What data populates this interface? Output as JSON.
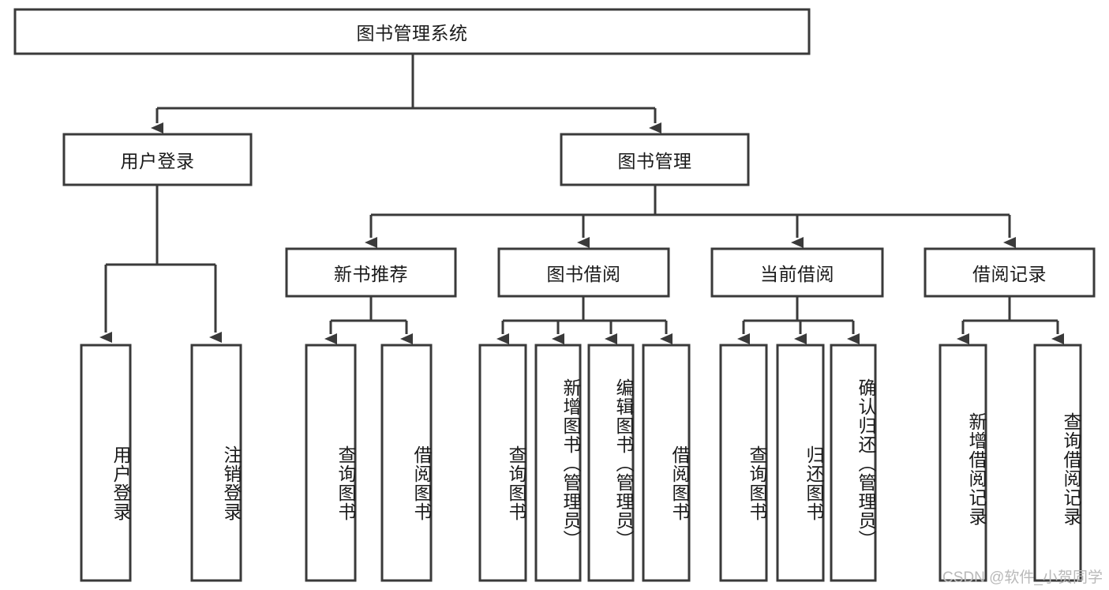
{
  "diagram": {
    "type": "tree-hierarchy",
    "title": "图书管理系统",
    "watermark": "CSDN @软件_小贺同学",
    "colors": {
      "box_stroke": "#3a3a3a",
      "box_fill": "#ffffff",
      "text": "#1a1a1a",
      "background": "#ffffff",
      "watermark": "#b9b9b9"
    },
    "root": {
      "id": "root",
      "label": "图书管理系统"
    },
    "level2": [
      {
        "id": "user-login",
        "label": "用户登录"
      },
      {
        "id": "book-manage",
        "label": "图书管理"
      }
    ],
    "level3": [
      {
        "id": "new-book-recommend",
        "label": "新书推荐",
        "parent": "book-manage"
      },
      {
        "id": "book-borrow",
        "label": "图书借阅",
        "parent": "book-manage"
      },
      {
        "id": "current-borrow",
        "label": "当前借阅",
        "parent": "book-manage"
      },
      {
        "id": "borrow-record",
        "label": "借阅记录",
        "parent": "book-manage"
      }
    ],
    "leaves": {
      "user-login": [
        {
          "id": "leaf-user-login",
          "label": "用户登录"
        },
        {
          "id": "leaf-user-logout",
          "label": "注销登录"
        }
      ],
      "new-book-recommend": [
        {
          "id": "leaf-query-book-1",
          "label": "查询图书"
        },
        {
          "id": "leaf-borrow-book-1",
          "label": "借阅图书"
        }
      ],
      "book-borrow": [
        {
          "id": "leaf-query-book-2",
          "label": "查询图书"
        },
        {
          "id": "leaf-add-book",
          "label": "新增图书（管理员）"
        },
        {
          "id": "leaf-edit-book",
          "label": "编辑图书（管理员）"
        },
        {
          "id": "leaf-borrow-book-2",
          "label": "借阅图书"
        }
      ],
      "current-borrow": [
        {
          "id": "leaf-query-book-3",
          "label": "查询图书"
        },
        {
          "id": "leaf-return-book",
          "label": "归还图书"
        },
        {
          "id": "leaf-confirm-return",
          "label": "确认归还（管理员）"
        }
      ],
      "borrow-record": [
        {
          "id": "leaf-add-record",
          "label": "新增借阅记录"
        },
        {
          "id": "leaf-query-record",
          "label": "查询借阅记录"
        }
      ]
    }
  }
}
